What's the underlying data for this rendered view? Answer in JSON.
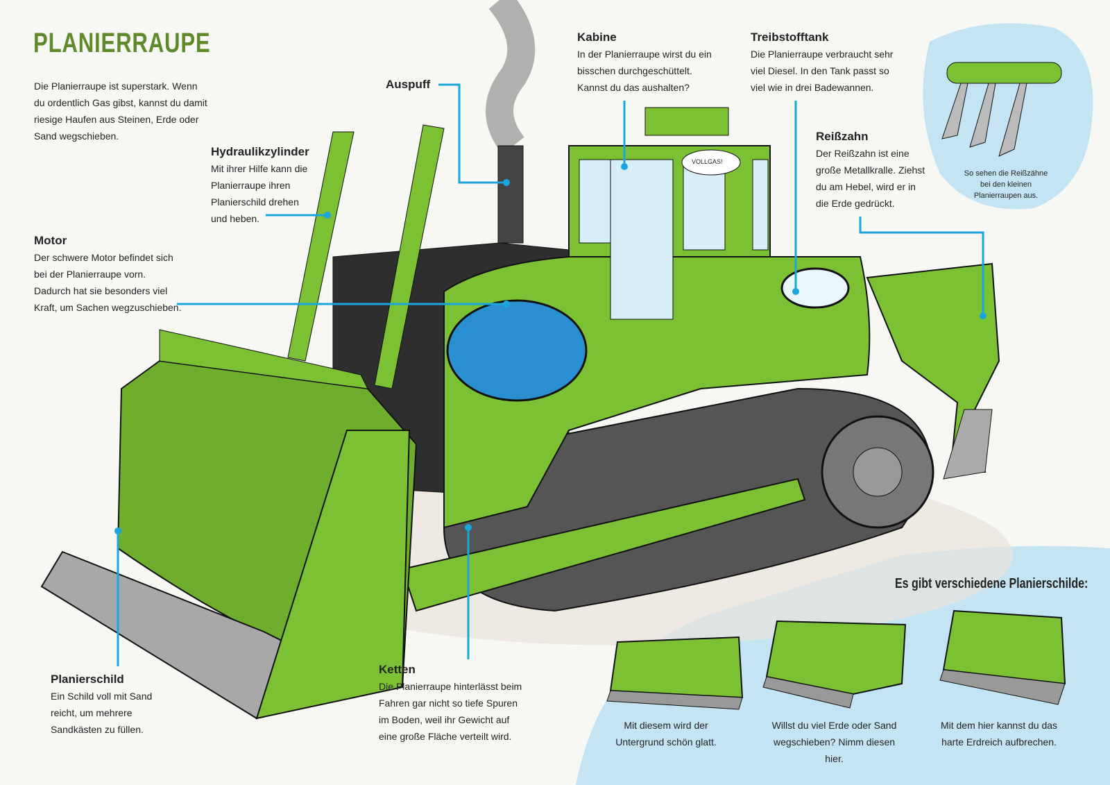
{
  "title": "PLANIERRAUPE",
  "intro": "Die Planierraupe ist superstark. Wenn du ordentlich Gas gibst, kannst du damit riesige Haufen aus Steinen, Erde oder Sand wegschieben.",
  "labels": {
    "hydraulik": {
      "heading": "Hydraulikzylinder",
      "text": "Mit ihrer Hilfe kann die Planierraupe ihren Planierschild drehen und heben."
    },
    "motor": {
      "heading": "Motor",
      "text": "Der schwere Motor befindet sich bei der Planierraupe vorn. Dadurch hat sie besonders viel Kraft, um Sachen wegzuschieben."
    },
    "auspuff": {
      "heading": "Auspuff"
    },
    "kabine": {
      "heading": "Kabine",
      "text": "In der Planierraupe wirst du ein bisschen durchgeschüttelt. Kannst du das aushalten?"
    },
    "tank": {
      "heading": "Treibstofftank",
      "text": "Die Planierraupe verbraucht sehr viel Diesel. In den Tank passt so viel wie in drei Badewannen."
    },
    "reisszahn": {
      "heading": "Reißzahn",
      "text": "Der Reißzahn ist eine große Metallkralle. Ziehst du am Hebel, wird er in die Erde gedrückt."
    },
    "planierschild": {
      "heading": "Planierschild",
      "text": "Ein Schild voll mit Sand reicht, um mehrere Sandkästen zu füllen."
    },
    "ketten": {
      "heading": "Ketten",
      "text": "Die Planierraupe hinterlässt beim Fahren gar nicht so tiefe Spuren im Boden, weil ihr Gewicht auf eine große Fläche verteilt wird."
    }
  },
  "speech_bubble": "VOLLGAS!",
  "ripper_inset_caption": "So sehen die Reißzähne bei den kleinen Planierraupen aus.",
  "variants": {
    "title": "Es gibt verschiedene Planierschilde:",
    "items": [
      {
        "caption": "Mit diesem wird der Untergrund schön glatt."
      },
      {
        "caption": "Willst du viel Erde oder Sand wegschieben? Nimm diesen hier."
      },
      {
        "caption": "Mit dem hier kannst du das harte Erdreich aufbrechen."
      }
    ]
  },
  "colors": {
    "green": "#7cc133",
    "dark_green": "#4f8a1e",
    "title_green": "#5e8a2c",
    "callout": "#1aa6dc",
    "inset_blue": "#bfe3f3"
  }
}
